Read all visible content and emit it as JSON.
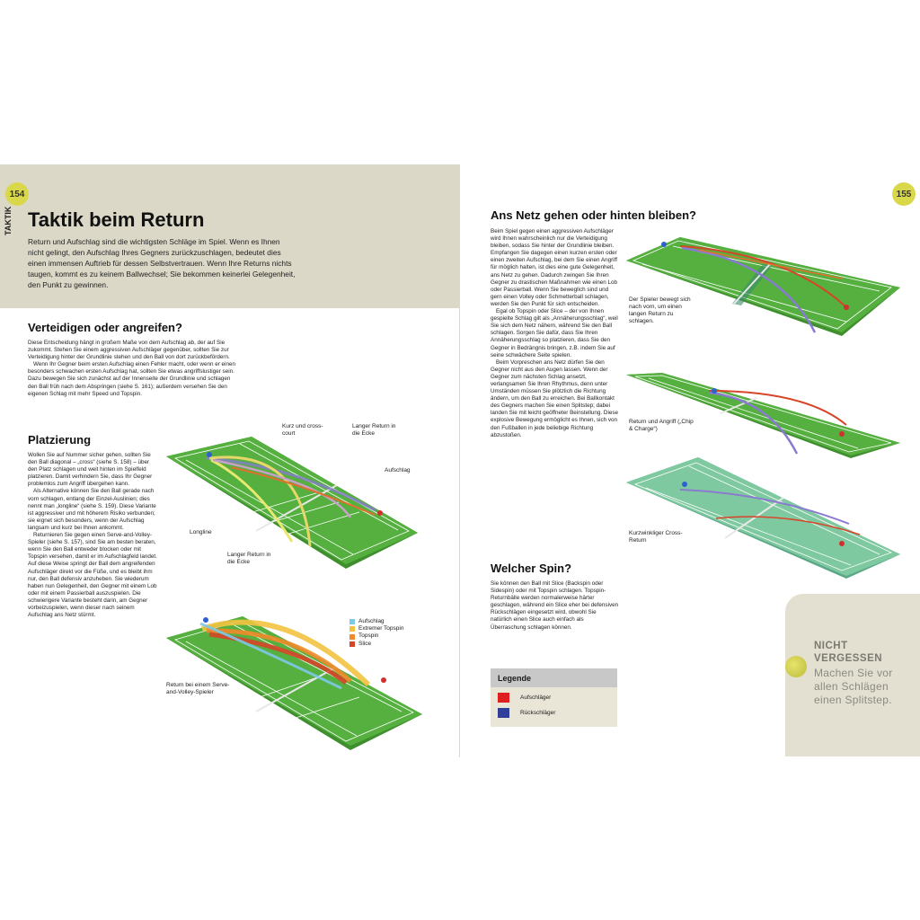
{
  "page_left": {
    "page_number": "154",
    "chapter_tab": "TAKTIK",
    "title": "Taktik beim Return",
    "intro": "Return und Aufschlag sind die wichtigsten Schläge im Spiel. Wenn es Ihnen nicht gelingt, den Aufschlag Ihres Gegners zurückzuschlagen, bedeutet dies einen immensen Auftrieb für dessen Selbstvertrauen. Wenn Ihre Returns nichts taugen, kommt es zu keinem Ballwechsel; Sie bekommen keinerlei Gelegenheit, den Punkt zu gewinnen.",
    "section1_title": "Verteidigen oder angreifen?",
    "section1_p1": "Diese Entscheidung hängt in großem Maße von dem Aufschlag ab, der auf Sie zukommt. Stehen Sie einem aggressiven Aufschläger gegenüber, sollten Sie zur Verteidigung hinter der Grundlinie stehen und den Ball von dort zurückbefördern.",
    "section1_p2": "Wenn Ihr Gegner beim ersten Aufschlag einen Fehler macht, oder wenn er einen besonders schwachen ersten Aufschlag hat, sollten Sie etwas angriffslustiger sein. Dazu bewegen Sie sich zunächst auf der Innenseite der Grundlinie und schlagen den Ball früh nach dem Abspringen (siehe S. 161); außerdem versehen Sie den eigenen Schlag mit mehr Speed und Topspin.",
    "section2_title": "Platzierung",
    "section2_p1": "Wollen Sie auf Nummer sicher gehen, sollten Sie den Ball diagonal – „cross“ (siehe S. 158) – über den Platz schlagen und weit hinten im Spielfeld platzieren. Damit verhindern Sie, dass Ihr Gegner problemlos zum Angriff übergehen kann.",
    "section2_p2": "Als Alternative können Sie den Ball gerade nach vorn schlagen, entlang der Einzel-Auslinien; dies nennt man „longline“ (siehe S. 159). Diese Variante ist aggressiver und mit höherem Risiko verbunden; sie eignet sich besonders, wenn der Aufschlag langsam und kurz bei Ihnen ankommt.",
    "section2_p3": "Returnieren Sie gegen einen Serve-and-Volley-Spieler (siehe S. 157), sind Sie am besten beraten, wenn Sie den Ball entweder blocken oder mit Topspin versehen, damit er im Aufschlagfeld landet. Auf diese Weise springt der Ball dem angreifenden Aufschläger direkt vor die Füße, und es bleibt ihm nur, den Ball defensiv anzuheben. Sie wiederum haben nun Gelegenheit, den Gegner mit einem Lob oder mit einem Passierball auszuspielen. Die schwierigere Variante besteht darin, am Gegner vorbeizuspielen, wenn dieser nach seinem Aufschlag ans Netz stürmt.",
    "court1_labels": {
      "kurz": "Kurz und cross-court",
      "langer_ecke_top": "Langer Return in die Ecke",
      "aufschlag": "Aufschlag",
      "longline": "Longline",
      "langer_ecke_bottom": "Langer Return in die Ecke"
    },
    "court2_label": "Return bei einem Serve-and-Volley-Spieler",
    "spin_legend": [
      {
        "label": "Aufschlag",
        "color": "#7ec8e8"
      },
      {
        "label": "Extremer Topspin",
        "color": "#f2c240"
      },
      {
        "label": "Topspin",
        "color": "#f08a2a"
      },
      {
        "label": "Slice",
        "color": "#d84428"
      }
    ]
  },
  "page_right": {
    "page_number": "155",
    "section3_title": "Ans Netz gehen oder hinten bleiben?",
    "section3_p1": "Beim Spiel gegen einen aggressiven Aufschläger wird Ihnen wahrscheinlich nur die Verteidigung bleiben, sodass Sie hinter der Grundlinie bleiben. Empfangen Sie dagegen einen kurzen ersten oder einen zweiten Aufschlag, bei dem Sie einen Angriff für möglich halten, ist dies eine gute Gelegenheit, ans Netz zu gehen. Dadurch zwingen Sie Ihren Gegner zu drastischen Maßnahmen wie einen Lob oder Passierball. Wenn Sie beweglich sind und gern einen Volley oder Schmetterball schlagen, werden Sie den Punkt für sich entscheiden.",
    "section3_p2": "Egal ob Topspin oder Slice – der von Ihnen gespielte Schlag gilt als „Annäherungsschlag“, weil Sie sich dem Netz nähern, während Sie den Ball schlagen. Sorgen Sie dafür, dass Sie Ihren Annäherungsschlag so platzieren, dass Sie den Gegner in Bedrängnis bringen, z.B. indem Sie auf seine schwächere Seite spielen.",
    "section3_p3": "Beim Vorpreschen ans Netz dürfen Sie den Gegner nicht aus den Augen lassen. Wenn der Gegner zum nächsten Schlag ansetzt, verlangsamen Sie Ihren Rhythmus, denn unter Umständen müssen Sie plötzlich die Richtung ändern, um den Ball zu erreichen. Bei Ballkontakt des Gegners machen Sie einen Splitstep; dabei landen Sie mit leicht geöffneter Beinstellung. Diese explosive Bewegung ermöglicht es Ihnen, sich von den Fußballen in jede beliebige Richtung abzustoßen.",
    "section4_title": "Welcher Spin?",
    "section4_p1": "Sie können den Ball mit Slice (Backspin oder Sidespin) oder mit Topspin schlagen. Topspin-Returnbälle werden normalerweise härter geschlagen, während ein Slice eher bei defensiven Rückschlägen eingesetzt wird, obwohl Sie natürlich einen Slice auch einfach als Überraschung schlagen können.",
    "court_a_label": "Der Spieler bewegt sich nach vorn, um einen langen Return zu schlagen.",
    "court_b_label": "Return und Angriff („Chip & Charge“)",
    "court_c_label": "Kurzwinkliger Cross-Return",
    "legend": {
      "title": "Legende",
      "items": [
        {
          "label": "Aufschläger",
          "color": "#e02020"
        },
        {
          "label": "Rückschläger",
          "color": "#2f3f9a"
        }
      ]
    },
    "reminder": {
      "title_line1": "NICHT",
      "title_line2": "VERGESSEN",
      "text_line1": "Machen Sie vor",
      "text_line2": "allen Schlägen",
      "text_line3": "einen Splitstep."
    }
  },
  "colors": {
    "court_green": "#4faa3a",
    "court_green_light": "#6cc24f",
    "court_green_pale": "#7fc9a0",
    "band": "#dcd8c8",
    "badge": "#d8d84a"
  }
}
